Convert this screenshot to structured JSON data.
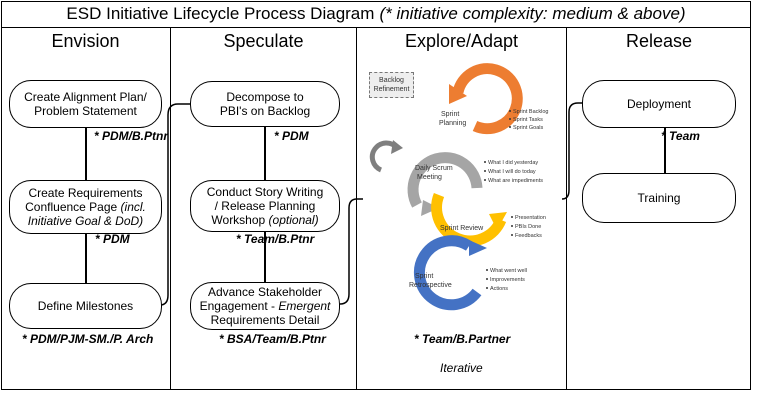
{
  "title": {
    "main": "ESD Initiative Lifecycle Process Diagram",
    "note": "(* initiative complexity: medium & above)"
  },
  "columns": {
    "envision": "Envision",
    "speculate": "Speculate",
    "explore": "Explore/Adapt",
    "release": "Release"
  },
  "envision": {
    "node1": {
      "line1": "Create Alignment Plan/",
      "line2": "Problem Statement",
      "role": "* PDM/B.Ptnr"
    },
    "node2": {
      "line1": "Create Requirements",
      "line2_plain": "Confluence Page ",
      "line2_italic": "(incl.",
      "line3_italic": "Initiative Goal & DoD)",
      "role": "* PDM"
    },
    "node3": {
      "line1": "Define Milestones",
      "role": "* PDM/PJM-SM./P. Arch"
    }
  },
  "speculate": {
    "node1": {
      "line1": "Decompose to",
      "line2": "PBI's on Backlog",
      "role": "* PDM"
    },
    "node2": {
      "line1": "Conduct Story Writing",
      "line2": "/ Release Planning",
      "line3_plain": "Workshop ",
      "line3_italic": "(optional)",
      "role": "* Team/B.Ptnr"
    },
    "node3": {
      "line1": "Advance Stakeholder",
      "line2_plain": "Engagement - ",
      "line2_italic": "Emergent",
      "line3": "Requirements Detail",
      "role": "* BSA/Team/B.Ptnr"
    }
  },
  "explore": {
    "backlog": {
      "line1": "Backlog",
      "line2": "Refinement"
    },
    "sprint_planning": {
      "label1": "Sprint",
      "label2": "Planning",
      "bullets": [
        "Sprint Backlog",
        "Sprint Tasks",
        "Sprint Goals"
      ]
    },
    "daily_scrum": {
      "label1": "Daily Scrum",
      "label2": "Meeting",
      "bullets": [
        "What I did yesterday",
        "What I will do today",
        "What are impediments"
      ]
    },
    "sprint_review": {
      "label1": "Sprint Review",
      "bullets": [
        "Presentation",
        "PBIs Done",
        "Feedbacks"
      ]
    },
    "sprint_retro": {
      "label1": "Sprint",
      "label2": "Retrospective",
      "bullets": [
        "What went well",
        "Improvements",
        "Actions"
      ]
    },
    "role": "* Team/B.Partner",
    "footer": "Iterative",
    "colors": {
      "planning": "#ed7d31",
      "daily": "#a5a5a5",
      "review": "#ffc000",
      "retro": "#4472c4"
    }
  },
  "release": {
    "node1": {
      "line1": "Deployment",
      "role": "* Team"
    },
    "node2": {
      "line1": "Training"
    }
  }
}
